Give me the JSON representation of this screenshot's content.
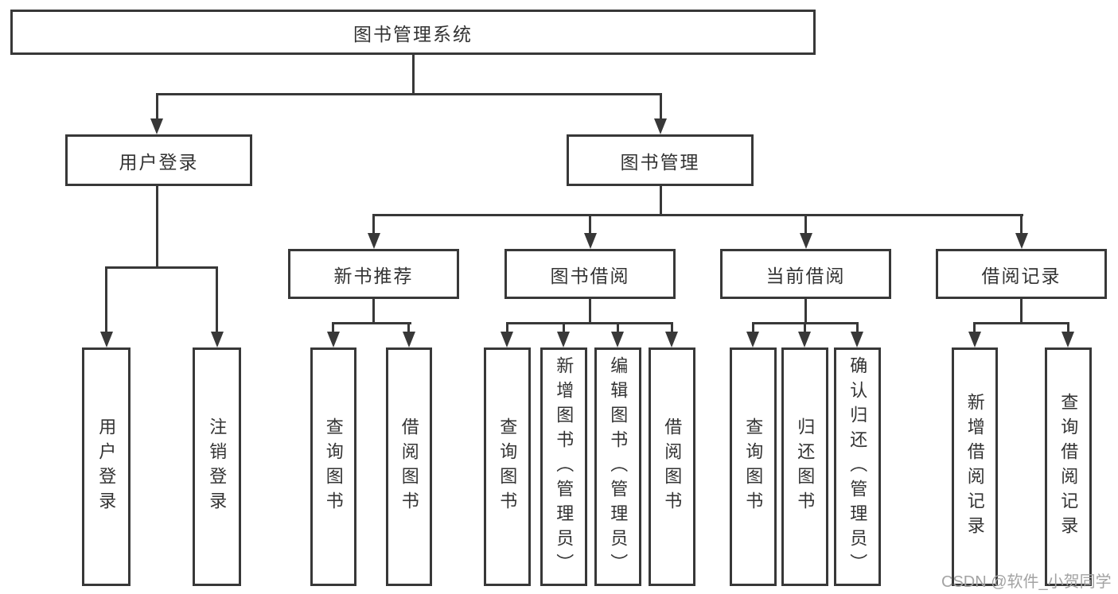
{
  "diagram": {
    "root": "图书管理系统",
    "branches": {
      "user_login": {
        "label": "用户登录",
        "children": [
          "用户登录",
          "注销登录"
        ]
      },
      "book_mgmt": {
        "label": "图书管理",
        "groups": [
          {
            "label": "新书推荐",
            "children": [
              "查询图书",
              "借阅图书"
            ]
          },
          {
            "label": "图书借阅",
            "children": [
              "查询图书",
              "新增图书（管理员）",
              "编辑图书（管理员）",
              "借阅图书"
            ]
          },
          {
            "label": "当前借阅",
            "children": [
              "查询图书",
              "归还图书",
              "确认归还（管理员）"
            ]
          },
          {
            "label": "借阅记录",
            "children": [
              "新增借阅记录",
              "查询借阅记录"
            ]
          }
        ]
      }
    }
  },
  "watermark": "CSDN @软件_小贺同学",
  "colors": {
    "line": "#383838",
    "text": "#333333",
    "background": "#ffffff",
    "watermark": "#a3a3a3"
  }
}
